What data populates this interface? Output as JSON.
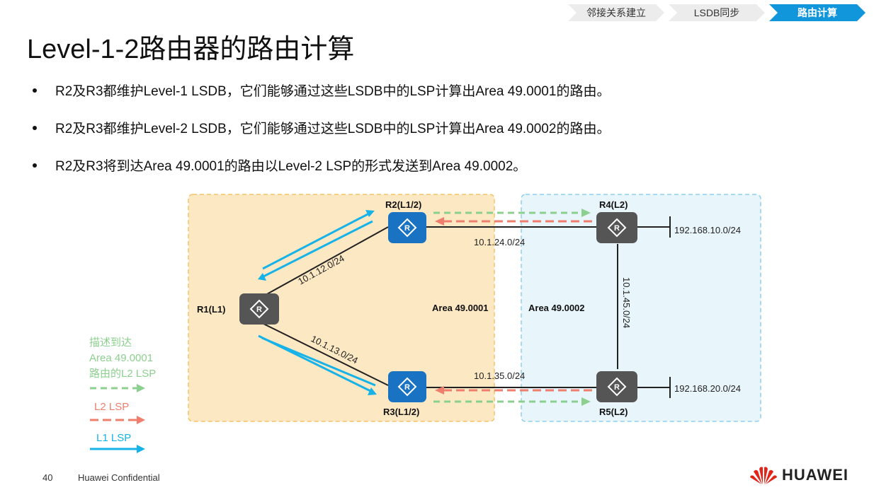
{
  "breadcrumbs": [
    {
      "label": "邻接关系建立",
      "active": false
    },
    {
      "label": "LSDB同步",
      "active": false
    },
    {
      "label": "路由计算",
      "active": true
    }
  ],
  "title": "Level-1-2路由器的路由计算",
  "bullets": [
    "R2及R3都维护Level-1 LSDB，它们能够通过这些LSDB中的LSP计算出Area 49.0001的路由。",
    "R2及R3都维护Level-2 LSDB，它们能够通过这些LSDB中的LSP计算出Area 49.0002的路由。",
    "R2及R3将到达Area 49.0001的路由以Level-2 LSP的形式发送到Area 49.0002。"
  ],
  "diagram": {
    "areas": {
      "left": "Area 49.0001",
      "right": "Area 49.0002"
    },
    "routers": {
      "r1": "R1(L1)",
      "r2": "R2(L1/2)",
      "r3": "R3(L1/2)",
      "r4": "R4(L2)",
      "r5": "R5(L2)"
    },
    "links": {
      "r1_r2": "10.1.12.0/24",
      "r1_r3": "10.1.13.0/24",
      "r2_r4": "10.1.24.0/24",
      "r3_r5": "10.1.35.0/24",
      "r4_r5": "10.1.45.0/24"
    },
    "networks": {
      "r4": "192.168.10.0/24",
      "r5": "192.168.20.0/24"
    },
    "legend": {
      "desc_lines": [
        "描述到达",
        "Area 49.0001",
        "路由的L2 LSP"
      ],
      "l2": "L2 LSP",
      "l1": "L1 LSP"
    }
  },
  "colors": {
    "accent": "#1296db",
    "area_left_fill": "#fce9c4",
    "area_left_border": "#f2c46b",
    "area_right_fill": "#e8f5fb",
    "area_right_border": "#8fd0ee",
    "l1_lsp": "#16b2e8",
    "l2_lsp": "#ef7e6c",
    "desc_l2_lsp": "#8cd08f",
    "router_blue": "#1a73c2",
    "router_gray": "#555555"
  },
  "footer": {
    "page": "40",
    "confidential": "Huawei Confidential",
    "brand": "HUAWEI"
  }
}
